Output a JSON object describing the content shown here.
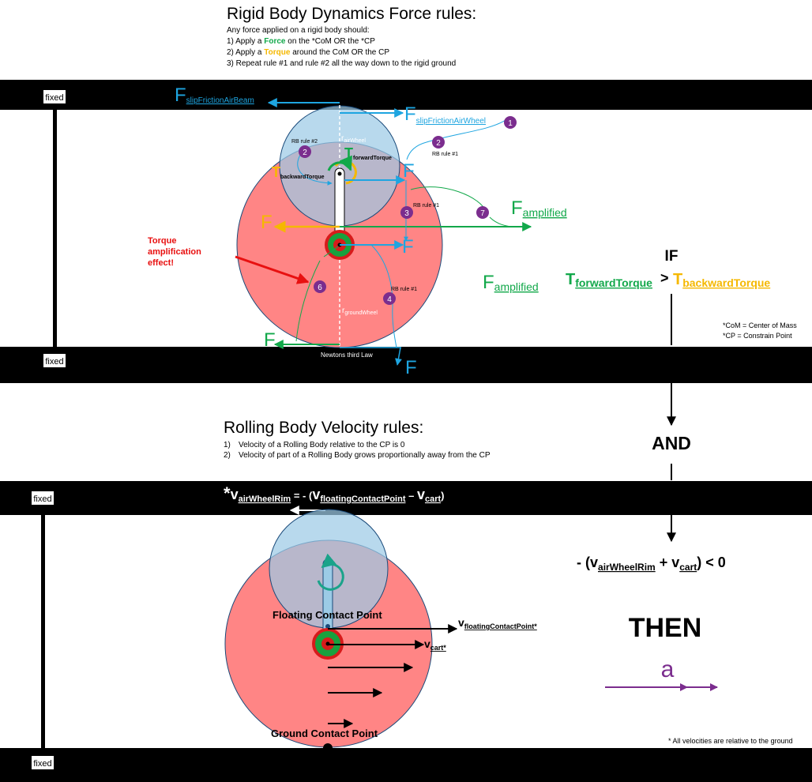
{
  "top": {
    "title": "Rigid Body Dynamics Force rules:",
    "intro": "Any force applied on a rigid body should:",
    "rule1": {
      "pre": "1) Apply a ",
      "key": "Force",
      "post": " on the *CoM OR the *CP"
    },
    "rule2": {
      "pre": "2) Apply a ",
      "key": "Torque",
      "post": " around the CoM OR the CP"
    },
    "rule3": "3) Repeat rule #1 and rule #2 all the way down to the rigid ground"
  },
  "bottom": {
    "title": "Rolling Body Velocity rules:",
    "rule1": {
      "num": "1)",
      "text": "Velocity of a Rolling Body relative to the CP is 0"
    },
    "rule2": {
      "num": "2)",
      "text": "Velocity of part of a Rolling Body grows proportionally away from the CP"
    }
  },
  "labels": {
    "fixed": "fixed",
    "F": "F",
    "T": "T",
    "a": "a",
    "slipFrictionAirBeam": "slipFrictionAirBeam",
    "slipFrictionAirWheel": "slipFrictionAirWheel",
    "rAirWheel": "r",
    "airWheel": "airWheel",
    "forwardTorque": "forwardTorque",
    "backwardTorque": "backwardTorque",
    "amplified": "amplified",
    "rb_rule_1": "RB rule #1",
    "rb_rule_2": "RB rule #2",
    "rGroundWheel": "r",
    "groundWheel": "groundWheel",
    "newtons": "Newtons third Law",
    "torque_amp": [
      "Torque",
      "amplification",
      "effect!"
    ],
    "IF": "IF",
    "AND": "AND",
    "THEN": "THEN",
    "gt": ">",
    "note_com": "*CoM = Center of Mass",
    "note_cp": "*CP = Constrain Point",
    "note_velocities": "* All velocities are relative to the ground",
    "floatingCP": "Floating Contact Point",
    "groundCP": "Ground Contact Point",
    "star": "*",
    "v": "v",
    "airWheelRim": "airWheelRim",
    "floatingContactPoint": "floatingContactPoint",
    "floatingContactPointStar": "floatingContactPoint*",
    "cart": "cart",
    "cartStar": "cart*",
    "eq_eq": " = - (",
    "eq_minus": " – ",
    "eq_close": ")",
    "cond_open": "- (",
    "cond_plus": " + ",
    "cond_close": ") < 0"
  },
  "badges": [
    "1",
    "2",
    "2",
    "3",
    "4",
    "6",
    "7"
  ],
  "colors": {
    "green": "#12a84a",
    "orange": "#f5b800",
    "blue": "#1ea5e0",
    "purple": "#7b2d8e",
    "groundWheel": "#ff8585",
    "airWheel": "#9ccbe6",
    "arrowRed": "#e81010",
    "teal": "#1aa38a"
  }
}
